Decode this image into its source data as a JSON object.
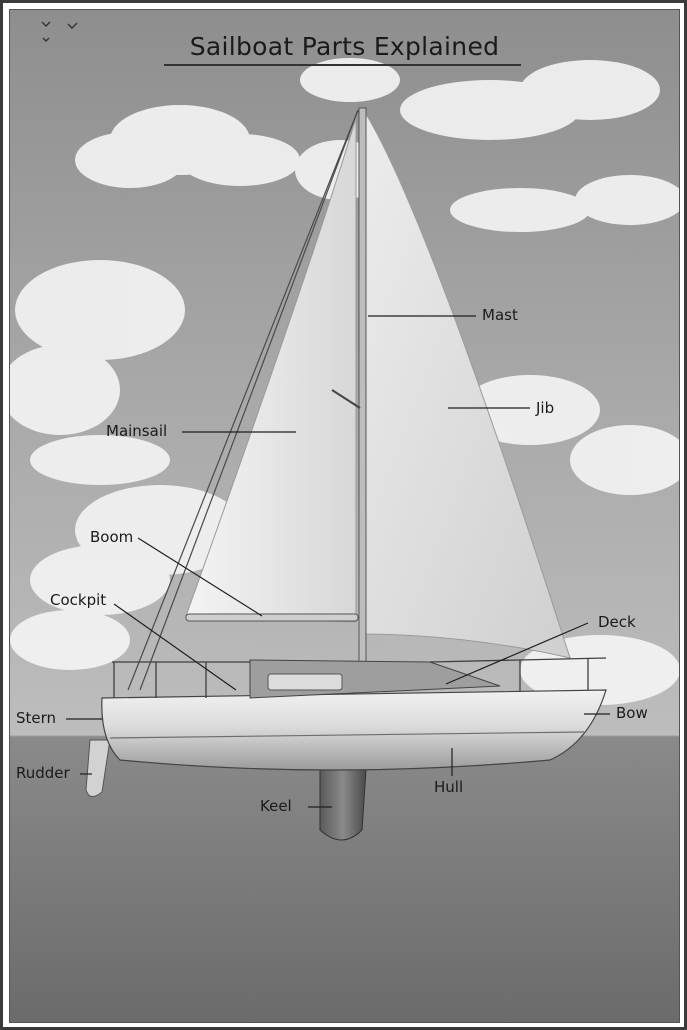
{
  "title": "Sailboat Parts Explained",
  "labels": {
    "mast": "Mast",
    "jib": "Jib",
    "mainsail": "Mainsail",
    "boom": "Boom",
    "cockpit": "Cockpit",
    "deck": "Deck",
    "stern": "Stern",
    "bow": "Bow",
    "rudder": "Rudder",
    "hull": "Hull",
    "keel": "Keel"
  },
  "colors": {
    "sky": "#9a9a9a",
    "cloud": "#f2f2f2",
    "sea": "#7c7c7c",
    "sail": "#e9e9e9",
    "hull": "#d6d6d6",
    "line": "#222222"
  }
}
